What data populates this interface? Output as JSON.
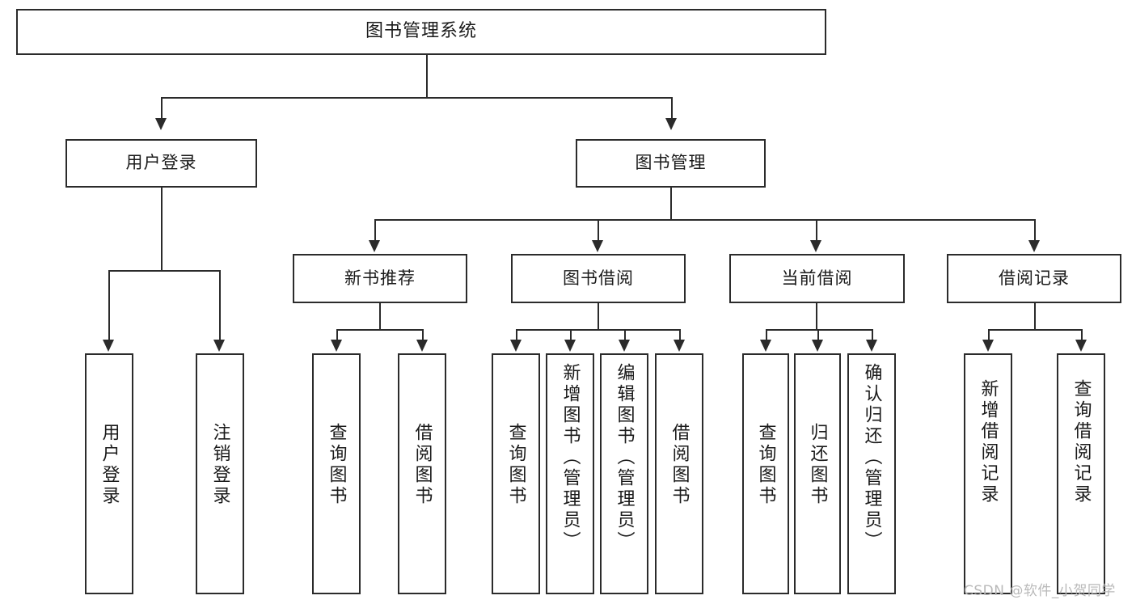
{
  "diagram": {
    "type": "tree-hierarchy",
    "title_node": {
      "label": "图书管理系统"
    },
    "level1": [
      {
        "id": "user-login",
        "label": "用户登录"
      },
      {
        "id": "book-management",
        "label": "图书管理"
      }
    ],
    "level2": [
      {
        "id": "new-book-recommend",
        "label": "新书推荐",
        "parent": "book-management"
      },
      {
        "id": "book-borrow",
        "label": "图书借阅",
        "parent": "book-management"
      },
      {
        "id": "current-borrow",
        "label": "当前借阅",
        "parent": "book-management"
      },
      {
        "id": "borrow-record",
        "label": "借阅记录",
        "parent": "book-management"
      }
    ],
    "leaves": {
      "user-login": [
        {
          "id": "leaf-user-login",
          "label": "用户登录"
        },
        {
          "id": "leaf-user-logout",
          "label": "注销登录"
        }
      ],
      "new-book-recommend": [
        {
          "id": "leaf-query-book-1",
          "label": "查询图书"
        },
        {
          "id": "leaf-borrow-book-1",
          "label": "借阅图书"
        }
      ],
      "book-borrow": [
        {
          "id": "leaf-query-book-2",
          "label": "查询图书"
        },
        {
          "id": "leaf-add-book",
          "label": "新增图书（管理员）"
        },
        {
          "id": "leaf-edit-book",
          "label": "编辑图书（管理员）"
        },
        {
          "id": "leaf-borrow-book-2",
          "label": "借阅图书"
        }
      ],
      "current-borrow": [
        {
          "id": "leaf-query-book-3",
          "label": "查询图书"
        },
        {
          "id": "leaf-return-book",
          "label": "归还图书"
        },
        {
          "id": "leaf-confirm-return",
          "label": "确认归还（管理员）"
        }
      ],
      "borrow-record": [
        {
          "id": "leaf-add-record",
          "label": "新增借阅记录"
        },
        {
          "id": "leaf-query-record",
          "label": "查询借阅记录"
        }
      ]
    }
  },
  "watermark": {
    "text": "CSDN @软件_小贺同学"
  },
  "colors": {
    "stroke": "#2b2b2b",
    "background": "#ffffff",
    "text": "#1a1a1a",
    "watermark": "#b9b9b9"
  }
}
